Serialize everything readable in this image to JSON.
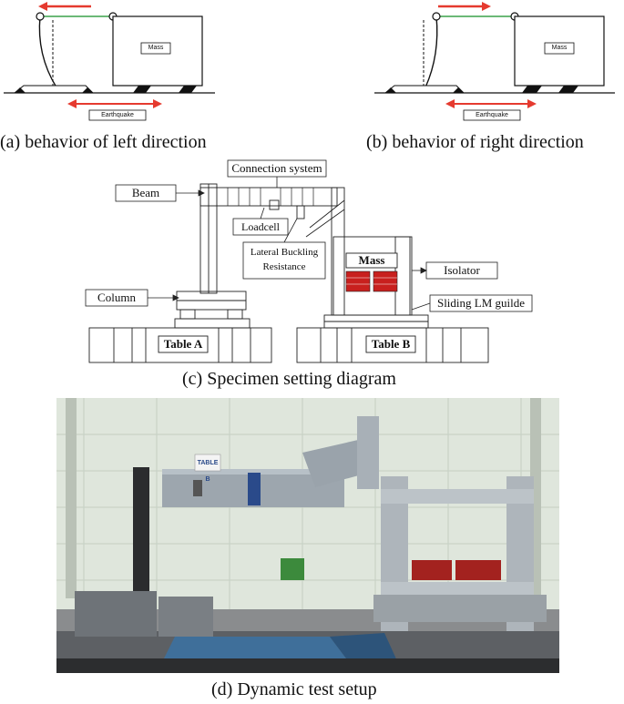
{
  "panel_a": {
    "caption": "(a) behavior of left direction",
    "mass_label": "Mass",
    "eq_label": "Earthquake"
  },
  "panel_b": {
    "caption": "(b) behavior of right direction",
    "mass_label": "Mass",
    "eq_label": "Earthquake"
  },
  "panel_c": {
    "caption": "(c) Specimen setting diagram",
    "labels": {
      "connection_system": "Connection system",
      "beam": "Beam",
      "loadcell": "Loadcell",
      "lateral_buckling_1": "Lateral Buckling",
      "lateral_buckling_2": "Resistance",
      "mass": "Mass",
      "isolator": "Isolator",
      "sliding": "Sliding LM guilde",
      "column": "Column",
      "table_a": "Table A",
      "table_b": "Table B"
    }
  },
  "panel_d": {
    "caption": "(d) Dynamic test setup",
    "sign_text": "TABLE B"
  },
  "colors": {
    "arrow_red": "#e53a2f",
    "link_green": "#3aa24a",
    "mass_red": "#c8201e",
    "photo_wall": "#dfe6dc"
  }
}
